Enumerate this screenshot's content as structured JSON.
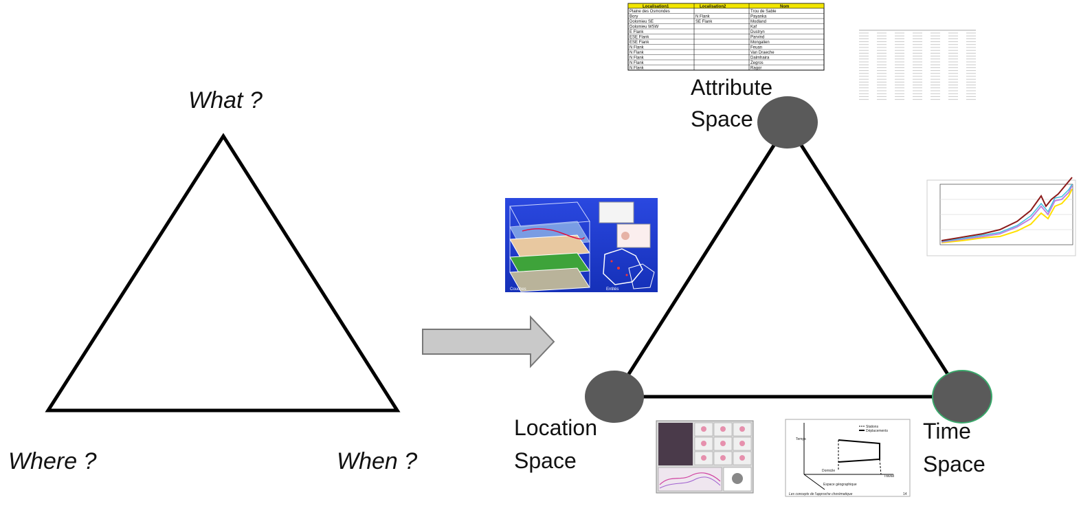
{
  "left_triangle": {
    "what_label": "What ?",
    "where_label": "Where ?",
    "when_label": "When ?"
  },
  "right_triangle": {
    "attribute_label_line1": "Attribute",
    "attribute_label_line2": "Space",
    "location_label_line1": "Location",
    "location_label_line2": "Space",
    "time_label_line1": "Time",
    "time_label_line2": "Space"
  },
  "location_thumbnail": {
    "caption_left": "Couches",
    "caption_right": "Entités"
  },
  "attribute_table": {
    "headers": [
      "Localisation1",
      "Localisation2",
      "Nom"
    ],
    "rows": [
      [
        "Plaine des Osmondes",
        "",
        "Trou de Sable"
      ],
      [
        "Bory",
        "N Flank",
        "Payanka"
      ],
      [
        "Dolomieu SE",
        "SE Flank",
        "Modland"
      ],
      [
        "Dolomieu WSW",
        "",
        "Kaf"
      ],
      [
        "E Flank",
        "",
        "Dustryn"
      ],
      [
        "ESE Flank",
        "",
        "Parvind"
      ],
      [
        "ESE Flank",
        "",
        "Mongalien"
      ],
      [
        "N Flank",
        "",
        "Feuan"
      ],
      [
        "N Flank",
        "",
        "Van Draeche"
      ],
      [
        "N Flank",
        "",
        "Dalmhaira"
      ],
      [
        "N Flank",
        "",
        "Zegros"
      ],
      [
        "N Flank",
        "",
        "Ragor"
      ]
    ]
  },
  "time_trajectory": {
    "legend_stations": "Stations",
    "legend_moves": "Déplacements",
    "axis_time": "Temps",
    "label_home": "Domicile",
    "label_work": "Travail",
    "axis_space": "Espace géographique",
    "caption": "Les concepts de l'approche chorématique",
    "page": "14"
  },
  "colors": {
    "node_fill": "#5a5a5a",
    "time_node_stroke": "#3aa86b",
    "arrow_fill": "#c9c9c9",
    "arrow_stroke": "#777777",
    "table_header": "#f2e600",
    "map_background": "#1d3bd1"
  }
}
